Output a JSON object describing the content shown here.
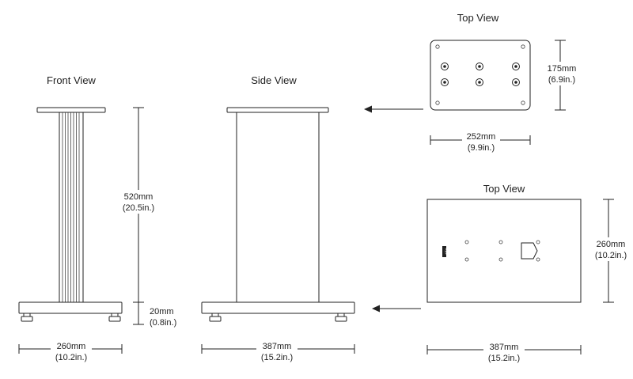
{
  "views": {
    "front": "Front View",
    "side": "Side View",
    "top_plate": "Top View",
    "top_base": "Top View"
  },
  "dimensions": {
    "height_mm": "520mm",
    "height_in": "(20.5in.)",
    "base_thickness_mm": "20mm",
    "base_thickness_in": "(0.8in.)",
    "front_width_mm": "260mm",
    "front_width_in": "(10.2in.)",
    "side_width_mm": "387mm",
    "side_width_in": "(15.2in.)",
    "plate_width_mm": "252mm",
    "plate_width_in": "(9.9in.)",
    "plate_depth_mm": "175mm",
    "plate_depth_in": "(6.9in.)",
    "base_width_mm": "387mm",
    "base_width_in": "(15.2in.)",
    "base_depth_mm": "260mm",
    "base_depth_in": "(10.2in.)"
  },
  "logo_text": "KEF"
}
